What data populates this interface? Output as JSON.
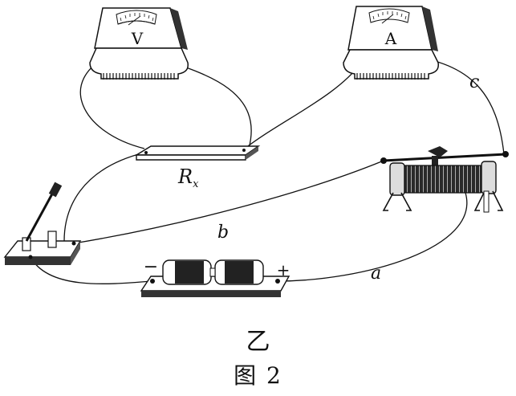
{
  "voltmeter": {
    "symbol": "V",
    "minus": "−",
    "plus": "+"
  },
  "ammeter": {
    "symbol": "A",
    "minus": "−",
    "plus": "+"
  },
  "resistor": {
    "label_main": "R",
    "label_sub": "x"
  },
  "battery": {
    "minus": "−",
    "plus": "+"
  },
  "wires": {
    "a": "a",
    "b": "b",
    "c": "c"
  },
  "captions": {
    "sub": "乙",
    "figure": "图 2"
  },
  "colors": {
    "ink": "#111111",
    "paper": "#ffffff"
  }
}
